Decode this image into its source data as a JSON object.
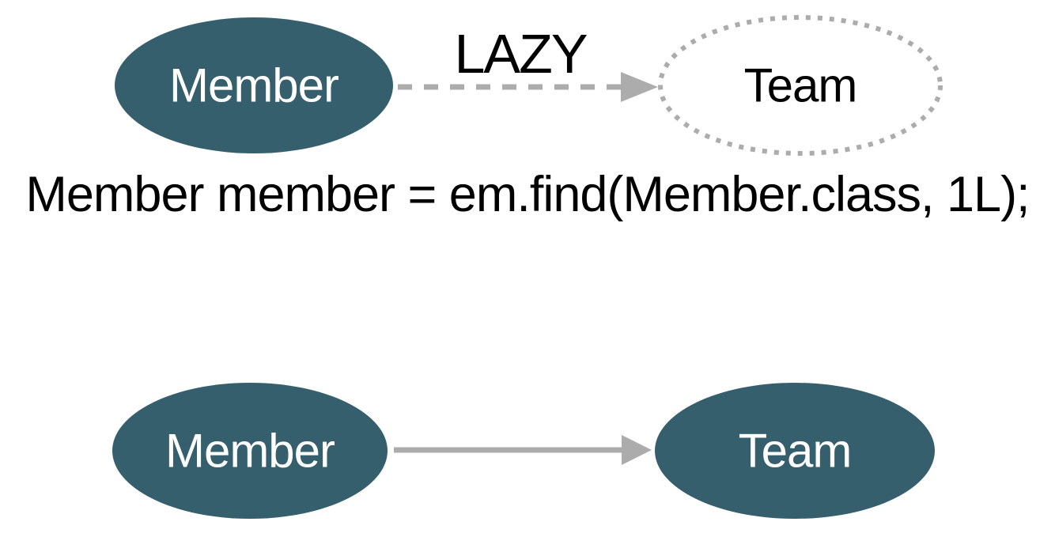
{
  "colors": {
    "entity_fill": "#355F6D",
    "entity_text": "#FFFFFF",
    "proxy_outline": "#ACACAC",
    "proxy_text": "#000000",
    "arrow_gray": "#ACACAC",
    "code_text": "#000000",
    "background": "#FFFFFF"
  },
  "lazy_section": {
    "member_label": "Member",
    "team_label": "Team",
    "arrow_label": "LAZY"
  },
  "code": {
    "statement": "Member member = em.find(Member.class, 1L);"
  },
  "eager_section": {
    "member_label": "Member",
    "team_label": "Team"
  }
}
